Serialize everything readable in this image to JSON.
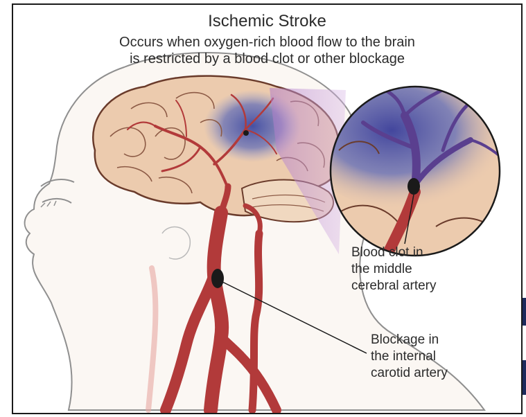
{
  "header": {
    "title": "Ischemic Stroke",
    "subtitle_line1": "Occurs when oxygen-rich blood flow to the brain",
    "subtitle_line2": "is restricted by a blood clot or other blockage"
  },
  "labels": {
    "clot": [
      "Blood clot in",
      "the middle",
      "cerebral artery"
    ],
    "blockage": [
      "Blockage in",
      "the internal",
      "carotid artery"
    ]
  },
  "colors": {
    "artery": "#b23a3a",
    "artery_light": "#e7a6a1",
    "brain": "#e9c6a8",
    "brain_outline": "#6a3b2b",
    "ischemic_zone": "#4d58a8",
    "skin": "#fbf7f3",
    "outline": "#8c8c8c",
    "magnifier_beam": "#c89ad8"
  }
}
